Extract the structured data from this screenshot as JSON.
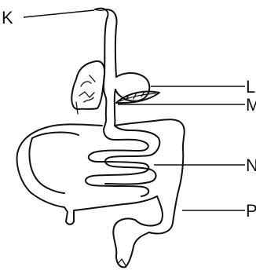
{
  "diagram": {
    "labels": {
      "K": "K",
      "L": "L",
      "M": "M",
      "N": "N",
      "P": "P"
    }
  }
}
